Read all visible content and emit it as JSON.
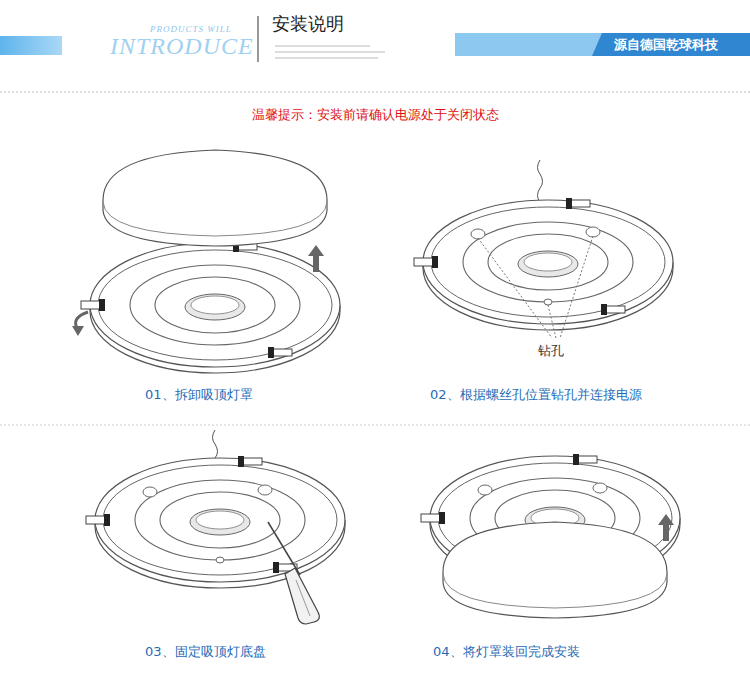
{
  "diagram": {
    "title": "安装说明",
    "nodes": [
      {
        "text": [
          "源自德国乾球科技"
        ]
      }
    ],
    "labels": [
      "PRODUCTS WILL",
      "INTRODUCE",
      "温馨提示：安装前请确认电源处于关闭状态",
      "钻孔",
      "01、拆卸吸顶灯罩",
      "02、根据螺丝孔位置钻孔并连接电源",
      "03、固定吸顶灯底盘",
      "04、将灯罩装回完成安装"
    ]
  }
}
